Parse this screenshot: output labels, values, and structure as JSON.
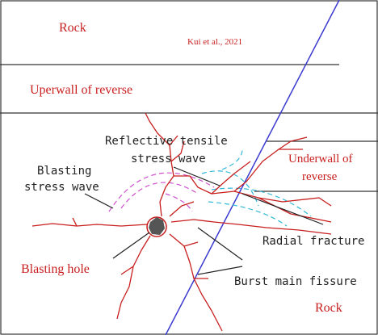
{
  "labels": {
    "rock_top": "Rock",
    "citation": "Kui et al., 2021",
    "upperwall": "Uperwall of reverse",
    "reflective_line1": "Reflective tensile",
    "reflective_line2": "stress wave",
    "underwall_line1": "Underwall of",
    "underwall_line2": "reverse",
    "blasting_stress_line1": "Blasting",
    "blasting_stress_line2": "stress wave",
    "radial_fracture": "Radial fracture",
    "blasting_hole": "Blasting hole",
    "burst_main_fissure": "Burst main fissure",
    "rock_bottom": "Rock"
  },
  "colors": {
    "fracture": "#c81e1e",
    "fault_line": "#3a3ad0",
    "stress_wave": "#d050d0",
    "reflected_wave": "#30b8d8",
    "boundary": "#333333",
    "hole_fill": "#555555",
    "leader": "#222222"
  }
}
